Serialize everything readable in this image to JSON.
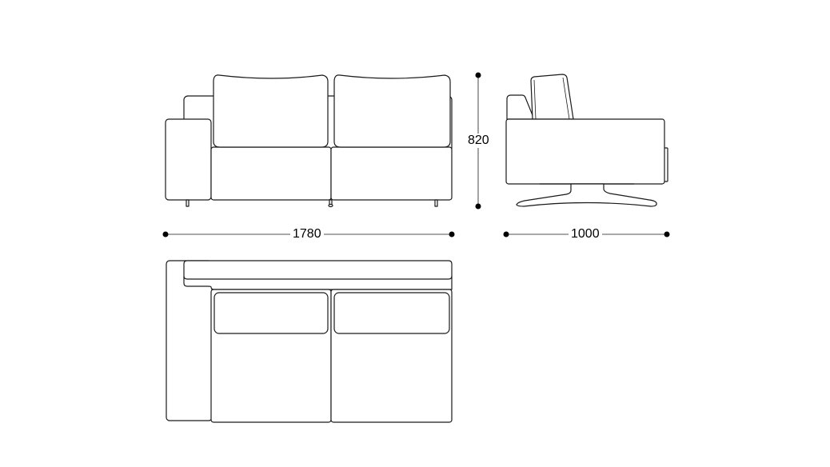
{
  "drawing": {
    "subject": "sofa",
    "views": [
      "front",
      "side",
      "top"
    ]
  },
  "dimensions": {
    "width": "1780",
    "height": "820",
    "depth": "1000"
  }
}
